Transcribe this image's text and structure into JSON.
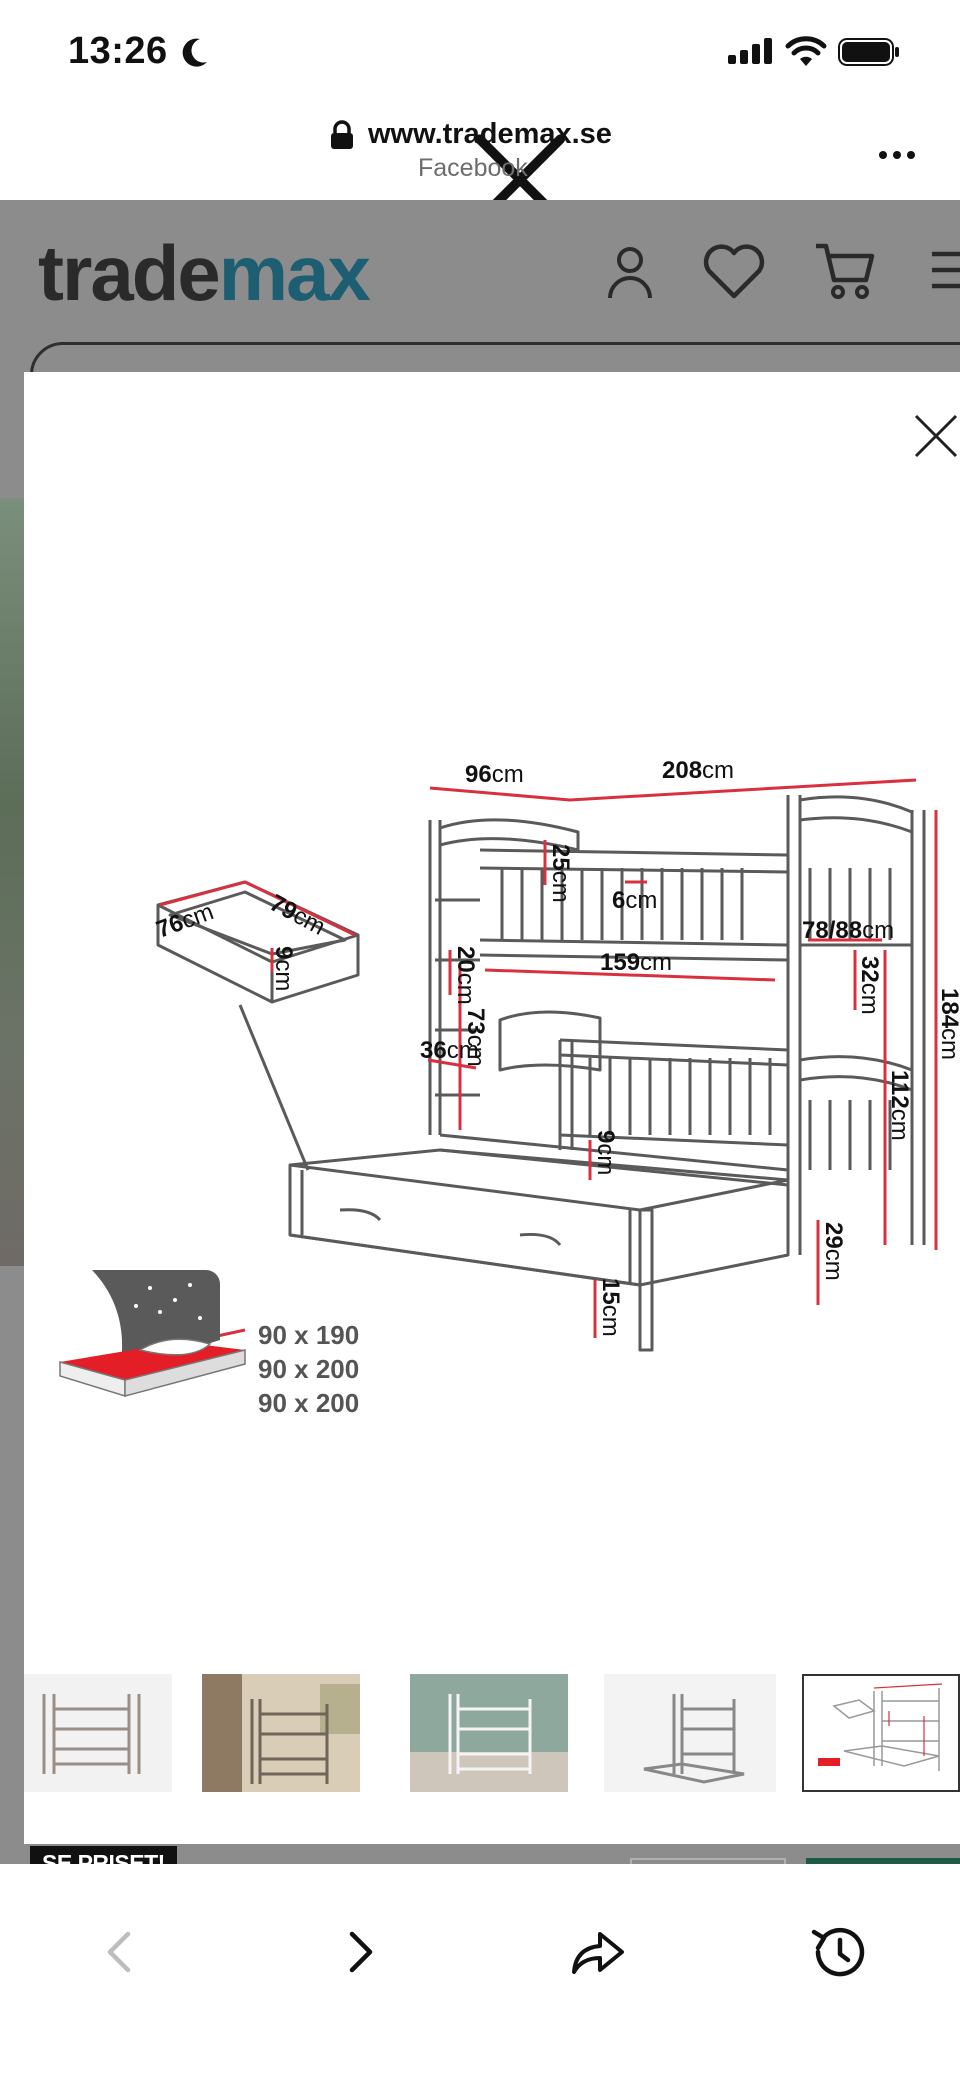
{
  "status_bar": {
    "time": "13:26"
  },
  "browser": {
    "url": "www.trademax.se",
    "source": "Facebook"
  },
  "site": {
    "logo_trade": "trade",
    "logo_max": "max"
  },
  "product_image": {
    "dimensions": {
      "d96": "96",
      "d208": "208",
      "d25": "25",
      "d6": "6",
      "d78_88": "78/88",
      "d159": "159",
      "d20": "20",
      "d32": "32",
      "d73": "73",
      "d36": "36",
      "d112": "112",
      "d9a": "9",
      "d29": "29",
      "d15": "15",
      "d76": "76",
      "d79": "79",
      "d9b": "9",
      "d184": "184",
      "unit": "cm"
    },
    "mattress_sizes": [
      "90 x 190",
      "90 x 200",
      "90 x 200"
    ]
  },
  "thumbnails": [
    {
      "name": "bunk-bed-white-front"
    },
    {
      "name": "bunk-bed-room-plants"
    },
    {
      "name": "bunk-bed-room-green"
    },
    {
      "name": "bunk-bed-grey-trundle"
    },
    {
      "name": "bunk-bed-dimension-drawing"
    }
  ],
  "promo": {
    "label": "SE PRISET!"
  },
  "colors": {
    "brand_dark": "#2a2a2a",
    "brand_teal": "#1d5e72",
    "dim_red": "#d8303f",
    "buy_green": "#1d5a47"
  }
}
